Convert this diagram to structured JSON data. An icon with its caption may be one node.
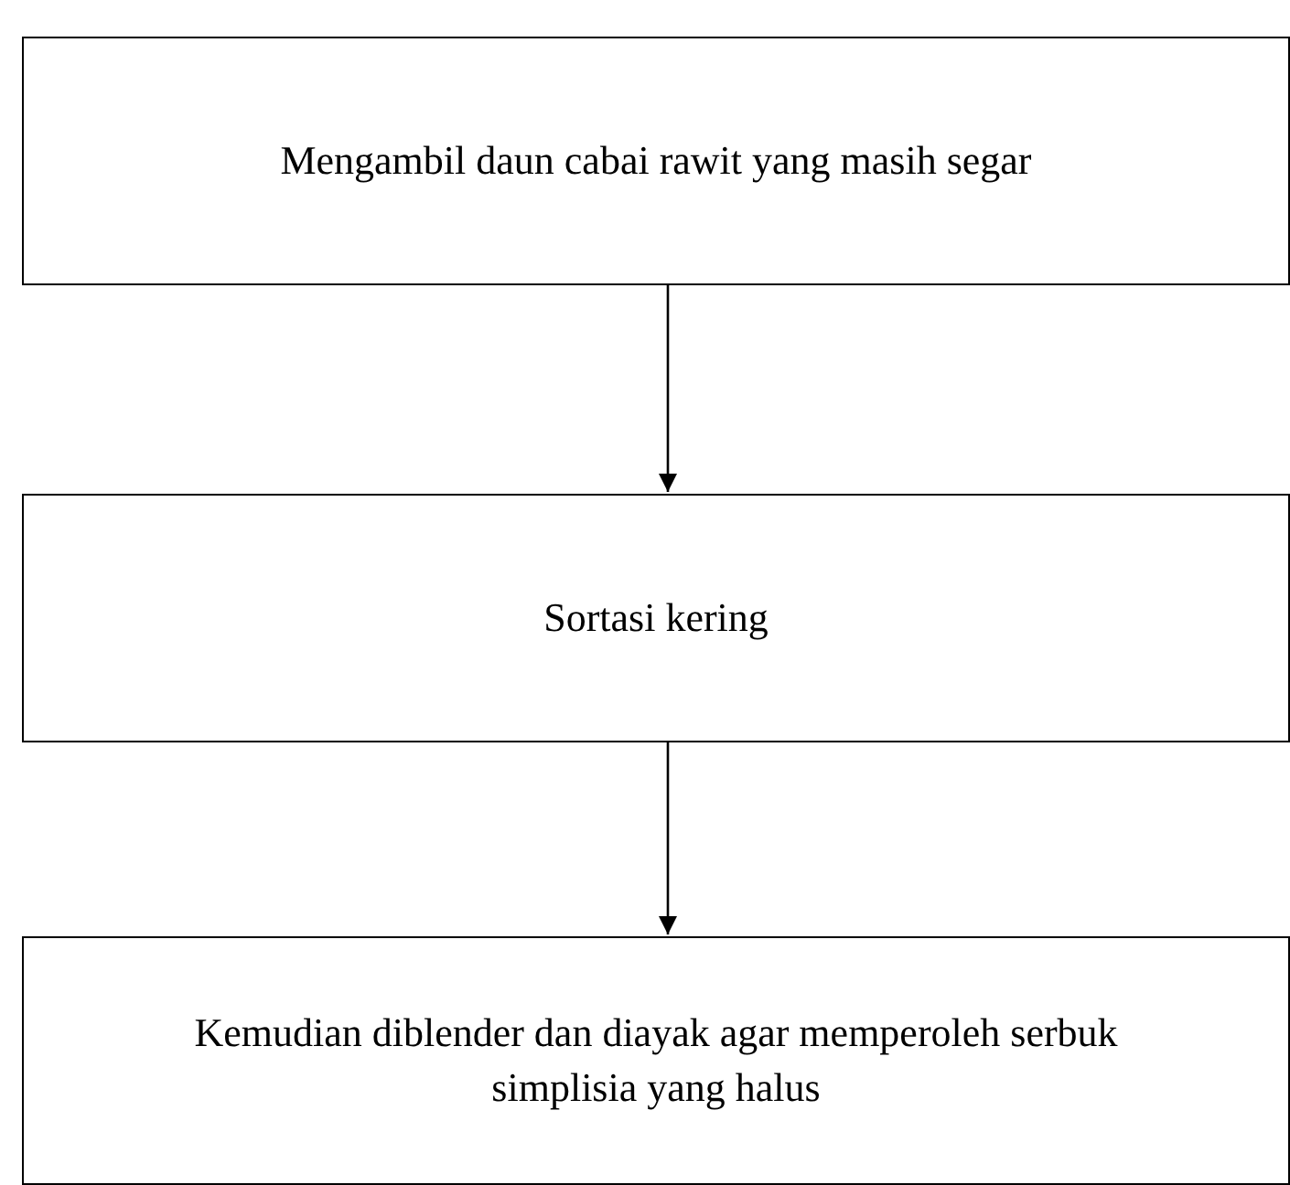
{
  "diagram": {
    "nodes": [
      {
        "text": [
          "Mengambil daun cabai rawit yang masih segar"
        ]
      },
      {
        "text": [
          "Sortasi kering"
        ]
      },
      {
        "text": [
          "Kemudian diblender dan diayak agar memperoleh serbuk simplisia yang halus"
        ]
      }
    ],
    "edges": [
      {
        "from": 0,
        "to": 1,
        "arrow": "to"
      },
      {
        "from": 1,
        "to": 2,
        "arrow": "to"
      }
    ]
  }
}
